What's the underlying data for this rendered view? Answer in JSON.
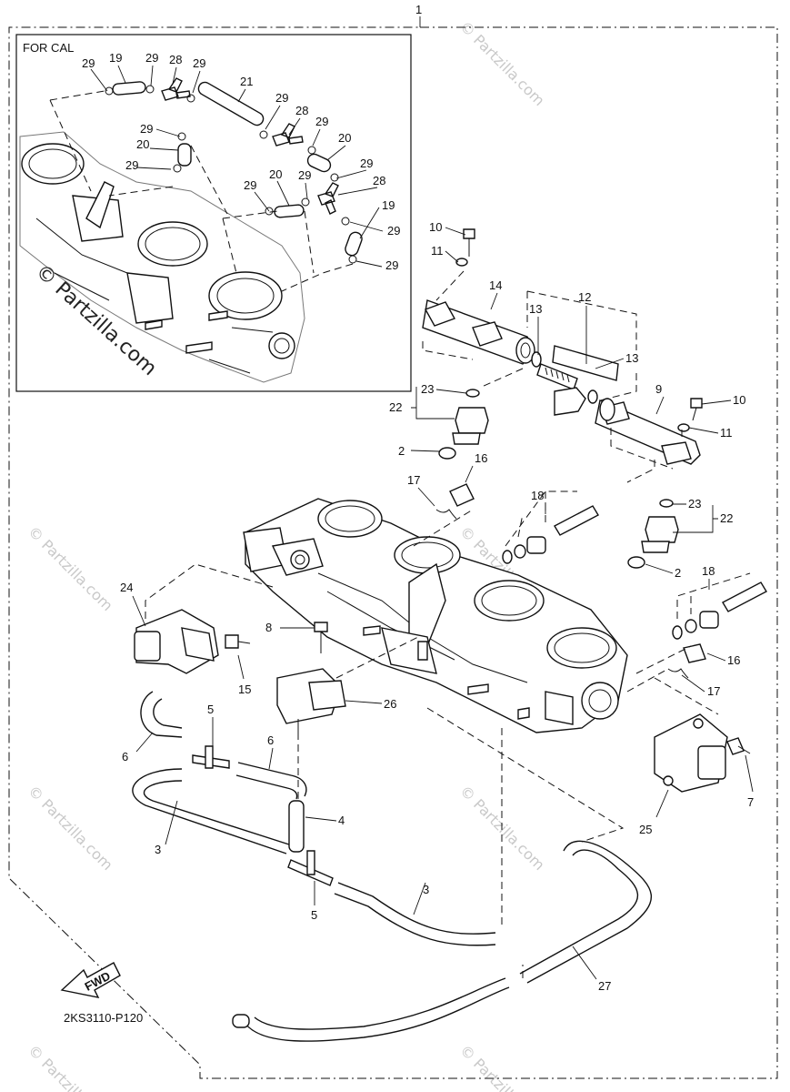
{
  "diagram": {
    "main_label": "1",
    "inset": {
      "title": "FOR CAL",
      "labels": [
        "29",
        "19",
        "29",
        "28",
        "29",
        "21",
        "29",
        "28",
        "29",
        "29",
        "20",
        "20",
        "29",
        "29",
        "20",
        "29",
        "28",
        "29",
        "19",
        "29"
      ]
    },
    "labels": {
      "p10a": "10",
      "p11a": "11",
      "p14": "14",
      "p13a": "13",
      "p12": "12",
      "p13b": "13",
      "p9": "9",
      "p10b": "10",
      "p11b": "11",
      "p23a": "23",
      "p22a": "22",
      "p2a": "2",
      "p16a": "16",
      "p17a": "17",
      "p18a": "18",
      "p23b": "23",
      "p22b": "22",
      "p2b": "2",
      "p18b": "18",
      "p24": "24",
      "p8": "8",
      "p15": "15",
      "p16b": "16",
      "p17b": "17",
      "p26": "26",
      "p5a": "5",
      "p6a": "6",
      "p6b": "6",
      "p25": "25",
      "p7": "7",
      "p4": "4",
      "p3a": "3",
      "p5b": "5",
      "p3b": "3",
      "p27": "27"
    },
    "fwd_label": "FWD",
    "ref_code": "2KS3110-P120",
    "watermark": "© Partzilla.com",
    "watermark_short": "© Partzilla.com"
  }
}
